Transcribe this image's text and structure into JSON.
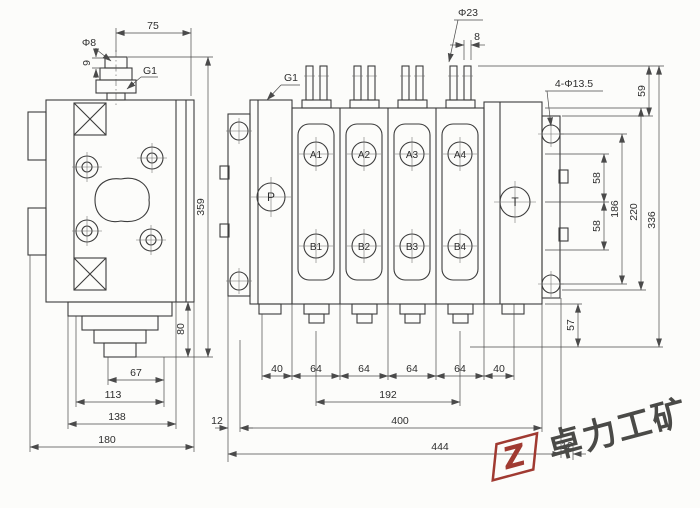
{
  "left_view": {
    "dim_phi8": "Φ8",
    "dim_75": "75",
    "dim_9": "9",
    "port_g1": "G1",
    "dim_359": "359",
    "dim_80": "80",
    "dim_67": "67",
    "dim_113": "113",
    "dim_138": "138",
    "dim_180": "180"
  },
  "front_view": {
    "port_g1": "G1",
    "dim_phi23": "Φ23",
    "dim_8": "8",
    "dim_holes": "4-Φ13.5",
    "dim_59": "59",
    "dim_58": "58",
    "dim_186": "186",
    "dim_220": "220",
    "dim_336": "336",
    "dim_57": "57",
    "dim_40": "40",
    "dim_64": "64",
    "dim_192": "192",
    "dim_400": "400",
    "dim_444": "444",
    "dim_12": "12",
    "ports": {
      "p": "P",
      "t": "T",
      "a1": "A1",
      "a2": "A2",
      "a3": "A3",
      "a4": "A4",
      "b1": "B1",
      "b2": "B2",
      "b3": "B3",
      "b4": "B4"
    }
  },
  "watermark": {
    "logo": "Z",
    "text": "卓力工矿"
  },
  "colors": {
    "line": "#3c3c3c",
    "dim": "#4a4a4a",
    "watermark_red": "#a03a31",
    "watermark_text": "#4a4a47",
    "background": "#fcfcfa"
  }
}
